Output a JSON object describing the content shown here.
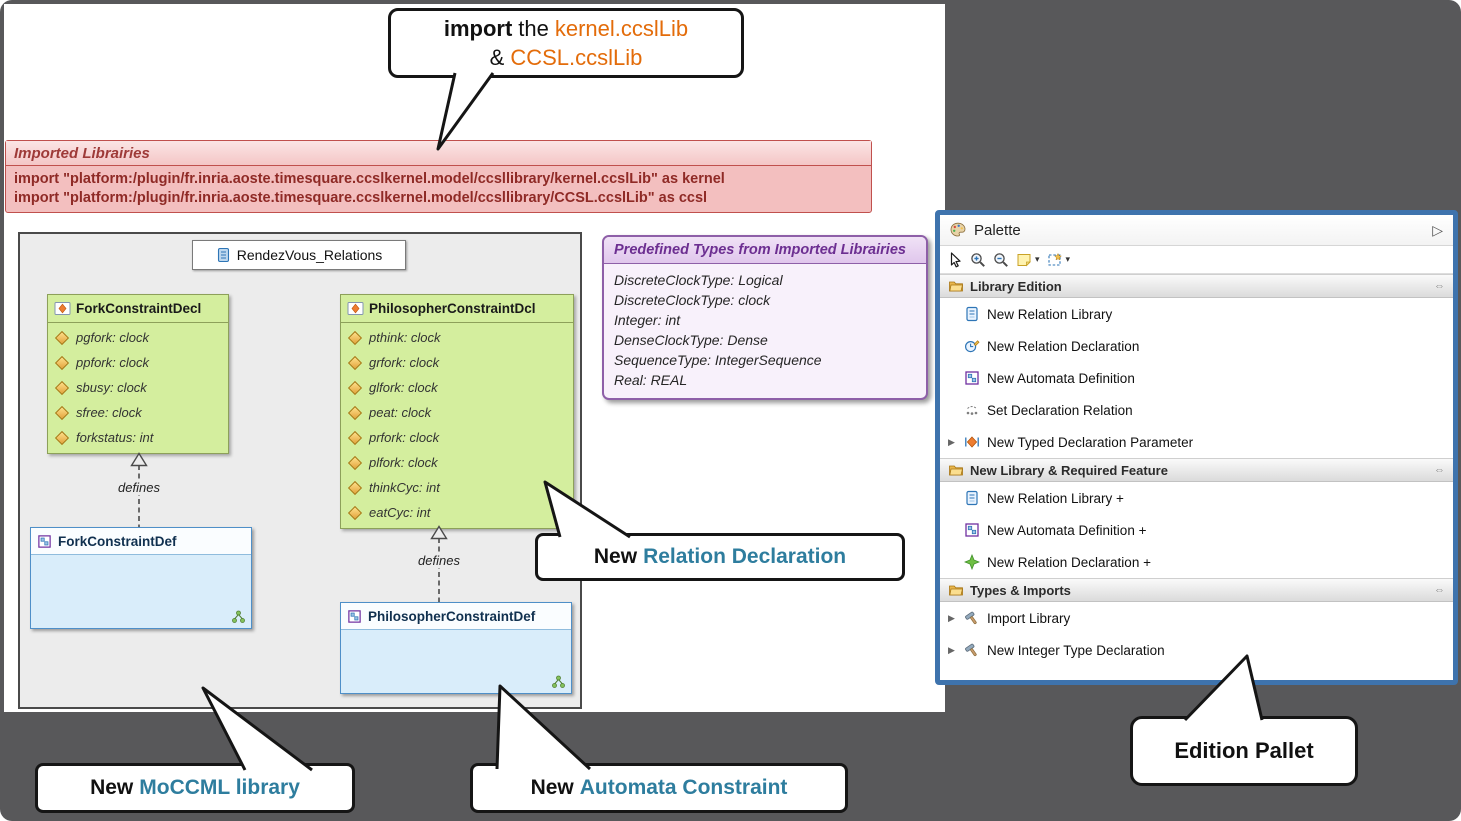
{
  "callouts": {
    "import": {
      "bold": "import",
      "mid": "the",
      "lib1": "kernel.ccslLib",
      "amp": "&",
      "lib2": "CCSL.ccslLib"
    },
    "relation_declaration": {
      "prefix": "New",
      "highlight": "Relation Declaration"
    },
    "moccml_library": {
      "prefix": "New",
      "highlight": "MoCCML library"
    },
    "automata_constraint": {
      "prefix": "New",
      "highlight": "Automata Constraint"
    },
    "edition_pallet": {
      "label": "Edition Pallet"
    }
  },
  "imported_libraries": {
    "title": "Imported Librairies",
    "lines": [
      "import \"platform:/plugin/fr.inria.aoste.timesquare.ccslkernel.model/ccsllibrary/kernel.ccslLib\" as kernel",
      "import \"platform:/plugin/fr.inria.aoste.timesquare.ccslkernel.model/ccsllibrary/CCSL.ccslLib\" as ccsl"
    ]
  },
  "diagram": {
    "package_title": "RendezVous_Relations",
    "edge_label": "defines",
    "declarations": [
      {
        "name": "ForkConstraintDecl",
        "attributes": [
          "pgfork: clock",
          "ppfork: clock",
          "sbusy: clock",
          "sfree: clock",
          "forkstatus: int"
        ]
      },
      {
        "name": "PhilosopherConstraintDcl",
        "attributes": [
          "pthink: clock",
          "grfork: clock",
          "glfork: clock",
          "peat: clock",
          "prfork: clock",
          "plfork: clock",
          "thinkCyc: int",
          "eatCyc: int"
        ]
      }
    ],
    "definitions": [
      {
        "name": "ForkConstraintDef"
      },
      {
        "name": "PhilosopherConstraintDef"
      }
    ]
  },
  "predefined_types": {
    "title": "Predefined Types from Imported Librairies",
    "lines": [
      "DiscreteClockType: Logical",
      "DiscreteClockType: clock",
      "Integer: int",
      "DenseClockType: Dense",
      "SequenceType: IntegerSequence",
      "Real: REAL"
    ]
  },
  "palette": {
    "title": "Palette",
    "sections": [
      {
        "label": "Library Edition",
        "items": [
          {
            "label": "New Relation Library"
          },
          {
            "label": "New Relation Declaration"
          },
          {
            "label": "New Automata Definition"
          },
          {
            "label": "Set Declaration Relation"
          },
          {
            "label": "New Typed Declaration Parameter",
            "expandable": true
          }
        ]
      },
      {
        "label": "New Library & Required Feature",
        "items": [
          {
            "label": "New Relation Library +"
          },
          {
            "label": "New Automata Definition +"
          },
          {
            "label": "New Relation Declaration +"
          }
        ]
      },
      {
        "label": "Types & Imports",
        "items": [
          {
            "label": "Import Library",
            "expandable": true
          },
          {
            "label": "New Integer Type Declaration",
            "expandable": true
          }
        ]
      }
    ]
  },
  "glyphs": {
    "expander": "▶",
    "dropdown": "▾",
    "pin": "⇔",
    "collapse": "▷"
  }
}
